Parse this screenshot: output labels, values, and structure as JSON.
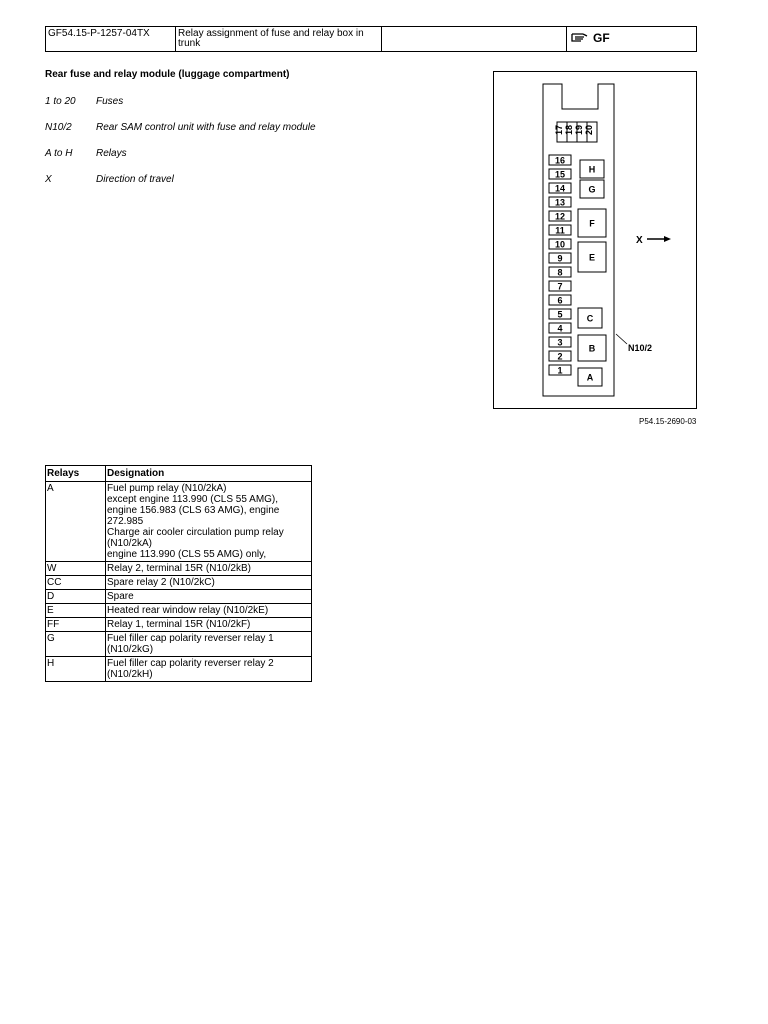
{
  "header": {
    "doc_code": "GF54.15-P-1257-04TX",
    "doc_title": "Relay assignment of fuse and relay box in trunk",
    "blank": "",
    "logo_text": "GF",
    "logo_icon": "hand-pointer-icon"
  },
  "heading": "Rear fuse and relay module (luggage compartment)",
  "legend": [
    {
      "key": "1 to 20",
      "value": "Fuses"
    },
    {
      "key": "N10/2",
      "value": "Rear SAM control unit with fuse and relay module"
    },
    {
      "key": "A to H",
      "value": "Relays"
    },
    {
      "key": "X",
      "value": "Direction of travel"
    }
  ],
  "diagram": {
    "top_fuses": [
      "17",
      "18",
      "19",
      "20"
    ],
    "fuses": [
      "16",
      "15",
      "14",
      "13",
      "12",
      "11",
      "10",
      "9",
      "8",
      "7",
      "6",
      "5",
      "4",
      "3",
      "2",
      "1"
    ],
    "relays": [
      "H",
      "G",
      "F",
      "E",
      "C",
      "B",
      "A"
    ],
    "direction_label": "X",
    "unit_label": "N10/2",
    "figure_code": "P54.15-2690-03"
  },
  "relays_table": {
    "headers": [
      "Relays",
      "Designation"
    ],
    "rows": [
      {
        "relay": "A",
        "lines": [
          "Fuel pump relay (N10/2kA)",
          "except engine 113.990 (CLS 55 AMG),",
          "engine 156.983 (CLS 63 AMG), engine",
          "272.985",
          "Charge air cooler circulation pump relay",
          "(N10/2kA)",
          "engine 113.990 (CLS 55 AMG) only,"
        ]
      },
      {
        "relay": "W",
        "lines": [
          "Relay 2, terminal 15R (N10/2kB)"
        ]
      },
      {
        "relay": "CC",
        "lines": [
          "Spare relay 2 (N10/2kC)"
        ]
      },
      {
        "relay": "D",
        "lines": [
          "Spare"
        ]
      },
      {
        "relay": "E",
        "lines": [
          "Heated rear window relay (N10/2kE)"
        ]
      },
      {
        "relay": "FF",
        "lines": [
          "Relay 1, terminal 15R (N10/2kF)"
        ]
      },
      {
        "relay": "G",
        "lines": [
          "Fuel filler cap polarity reverser relay 1",
          "(N10/2kG)"
        ]
      },
      {
        "relay": "H",
        "lines": [
          "Fuel filler cap polarity reverser relay 2",
          "(N10/2kH)"
        ]
      }
    ]
  }
}
